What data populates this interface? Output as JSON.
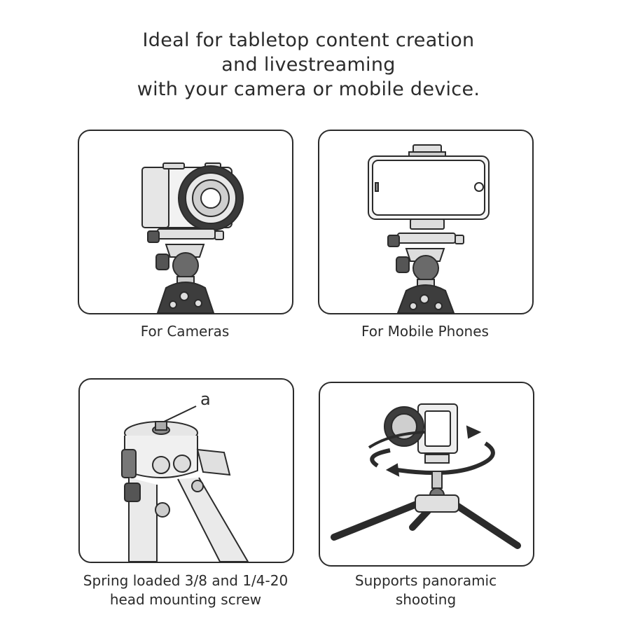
{
  "headline": {
    "line1": "Ideal for tabletop content creation",
    "line2": "and livestreaming",
    "line3": "with your camera or mobile device."
  },
  "panels": [
    {
      "caption": [
        "For Cameras"
      ],
      "icon": "camera-on-tripod"
    },
    {
      "caption": [
        "For Mobile Phones"
      ],
      "icon": "phone-on-tripod"
    },
    {
      "caption": [
        "Spring loaded 3/8 and 1/4-20",
        "head mounting screw"
      ],
      "icon": "mounting-screw",
      "callout": "a"
    },
    {
      "caption": [
        "Supports panoramic",
        "shooting"
      ],
      "icon": "panoramic-rotation"
    }
  ],
  "colors": {
    "ink": "#2b2b2b",
    "panel_bg": "#ffffff"
  }
}
